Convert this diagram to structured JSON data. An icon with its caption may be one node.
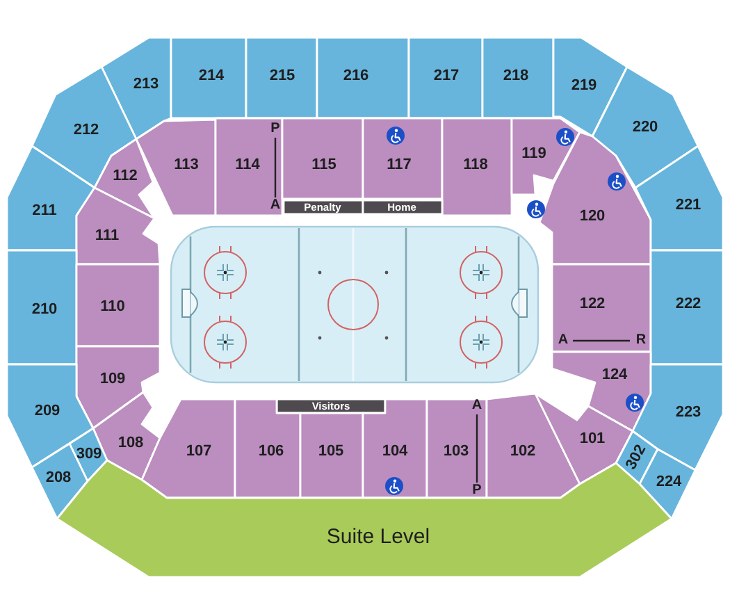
{
  "diagram": {
    "nodes": [
      {
        "text": [
          "213"
        ]
      },
      {
        "text": [
          "214"
        ]
      },
      {
        "text": [
          "215"
        ]
      },
      {
        "text": [
          "216"
        ]
      },
      {
        "text": [
          "217"
        ]
      },
      {
        "text": [
          "218"
        ]
      },
      {
        "text": [
          "219"
        ]
      },
      {
        "text": [
          "212"
        ]
      },
      {
        "text": [
          "220"
        ]
      },
      {
        "text": [
          "113"
        ]
      },
      {
        "text": [
          "114"
        ]
      },
      {
        "text": [
          "115"
        ]
      },
      {
        "text": [
          "117"
        ]
      },
      {
        "text": [
          "118"
        ]
      },
      {
        "text": [
          "119"
        ]
      },
      {
        "text": [
          "112"
        ]
      },
      {
        "text": [
          "Penalty"
        ]
      },
      {
        "text": [
          "Home"
        ]
      },
      {
        "text": [
          "211"
        ]
      },
      {
        "text": [
          "111"
        ]
      },
      {
        "text": [
          "120"
        ]
      },
      {
        "text": [
          "221"
        ]
      },
      {
        "text": [
          "210"
        ]
      },
      {
        "text": [
          "110"
        ]
      },
      {
        "text": [
          "122"
        ]
      },
      {
        "text": [
          "222"
        ]
      },
      {
        "text": [
          "109"
        ]
      },
      {
        "text": [
          "124"
        ]
      },
      {
        "text": [
          "Visitors"
        ]
      },
      {
        "text": [
          "209"
        ]
      },
      {
        "text": [
          "108"
        ]
      },
      {
        "text": [
          "107"
        ]
      },
      {
        "text": [
          "106"
        ]
      },
      {
        "text": [
          "105"
        ]
      },
      {
        "text": [
          "104"
        ]
      },
      {
        "text": [
          "103"
        ]
      },
      {
        "text": [
          "102"
        ]
      },
      {
        "text": [
          "101"
        ]
      },
      {
        "text": [
          "223"
        ]
      },
      {
        "text": [
          "309"
        ]
      },
      {
        "text": [
          "302"
        ]
      },
      {
        "text": [
          "208"
        ]
      },
      {
        "text": [
          "224"
        ]
      },
      {
        "text": [
          "Suite Level"
        ]
      }
    ],
    "labels": [
      "P",
      "A",
      "A",
      "R",
      "A",
      "P"
    ]
  }
}
